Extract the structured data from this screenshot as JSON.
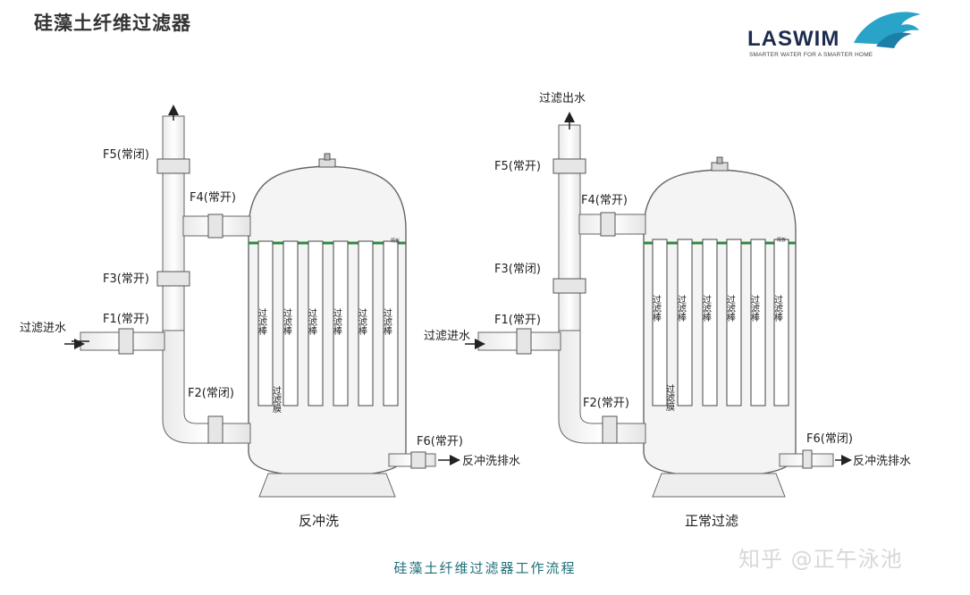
{
  "title": "硅藻土纤维过滤器",
  "logo": {
    "name": "LASWIM",
    "tagline": "SMARTER WATER FOR A SMARTER HOME",
    "colors": {
      "wave": "#2aa3c9",
      "text": "#1d2b4f"
    }
  },
  "left_diagram": {
    "caption": "反冲洗",
    "labels": {
      "f5": "F5(常闭)",
      "f4": "F4(常开)",
      "f3": "F3(常开)",
      "f1": "F1(常开)",
      "f2": "F2(常闭)",
      "f6": "F6(常开)",
      "inlet": "过滤进水",
      "drain": "反冲洗排水",
      "filter_rod": "过滤棒",
      "filter_membrane": "过滤膜",
      "plate": "隔板"
    }
  },
  "right_diagram": {
    "caption": "正常过滤",
    "labels": {
      "outlet": "过滤出水",
      "f5": "F5(常开)",
      "f4": "F4(常开)",
      "f3": "F3(常闭)",
      "f1": "F1(常开)",
      "f2": "F2(常开)",
      "f6": "F6(常闭)",
      "inlet": "过滤进水",
      "drain": "反冲洗排水",
      "filter_rod": "过滤棒",
      "filter_membrane": "过滤膜",
      "plate": "隔板"
    }
  },
  "footer": "硅藻土纤维过滤器工作流程",
  "watermark": "知乎 @正午泳池"
}
